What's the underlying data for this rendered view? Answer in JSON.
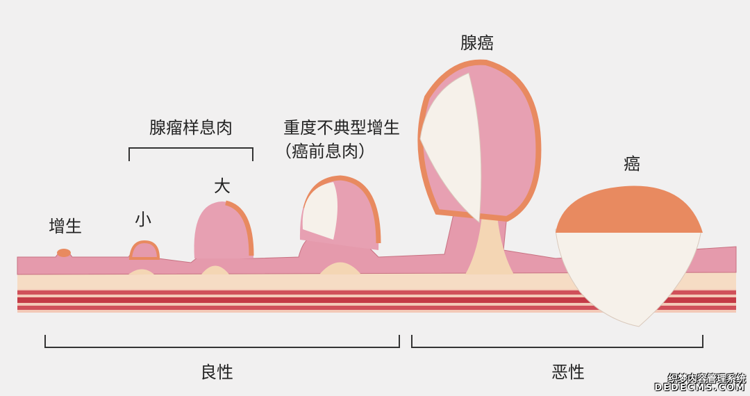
{
  "labels": {
    "hyperplasia": "增生",
    "small": "小",
    "large": "大",
    "adenomatous_polyp": "腺瘤样息肉",
    "severe_dysplasia": "重度不典型增生",
    "precancerous_polyp": "（癌前息肉）",
    "adenocarcinoma": "腺癌",
    "cancer": "癌",
    "benign": "良性",
    "malignant": "恶性"
  },
  "watermark": {
    "line1": "织梦内容管理系统",
    "line2": "DEDECMS.COM"
  },
  "colors": {
    "mucosa": "#e59aac",
    "submucosa": "#f6dcc4",
    "muscle": "#c8404a",
    "tumor_surface": "#e88a60",
    "tumor_core": "#f6f1ea"
  }
}
